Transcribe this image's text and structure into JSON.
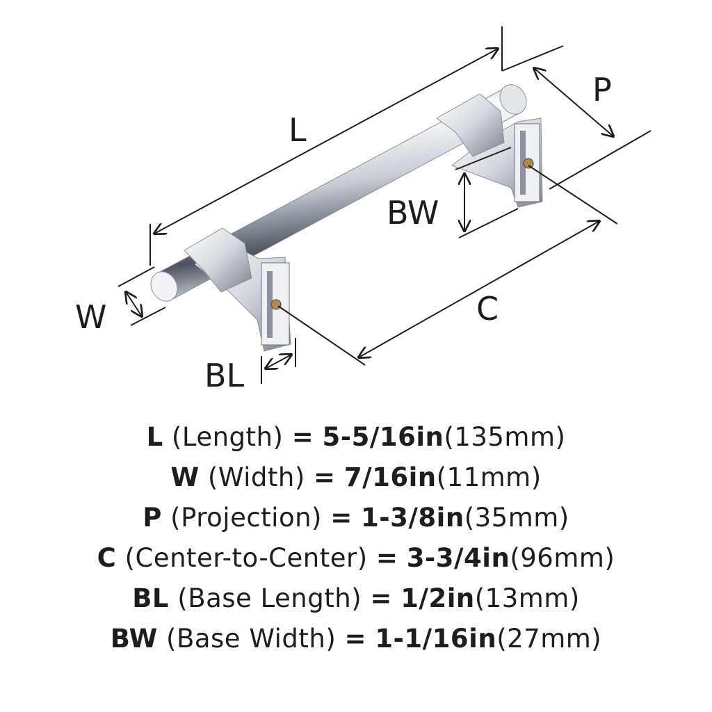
{
  "diagram": {
    "labels": {
      "L": "L",
      "P": "P",
      "BW": "BW",
      "C": "C",
      "W": "W",
      "BL": "BL"
    }
  },
  "specs": [
    {
      "letter": "L",
      "name": "(Length)",
      "eq": "=",
      "imperial": "5-5/16in",
      "metric": "(135mm)"
    },
    {
      "letter": "W",
      "name": "(Width)",
      "eq": "=",
      "imperial": "7/16in",
      "metric": "(11mm)"
    },
    {
      "letter": "P",
      "name": "(Projection)",
      "eq": "=",
      "imperial": "1-3/8in",
      "metric": "(35mm)"
    },
    {
      "letter": "C",
      "name": "(Center-to-Center)",
      "eq": "=",
      "imperial": "3-3/4in",
      "metric": "(96mm)"
    },
    {
      "letter": "BL",
      "name": "(Base Length)",
      "eq": "=",
      "imperial": "1/2in",
      "metric": "(13mm)"
    },
    {
      "letter": "BW",
      "name": "(Base Width)",
      "eq": "=",
      "imperial": "1-1/16in",
      "metric": "(27mm)"
    }
  ],
  "colors": {
    "line": "#1d1d1b",
    "chrome_light": "#f4f6f9",
    "chrome_mid": "#c9ced6",
    "chrome_dark": "#5b6270"
  }
}
